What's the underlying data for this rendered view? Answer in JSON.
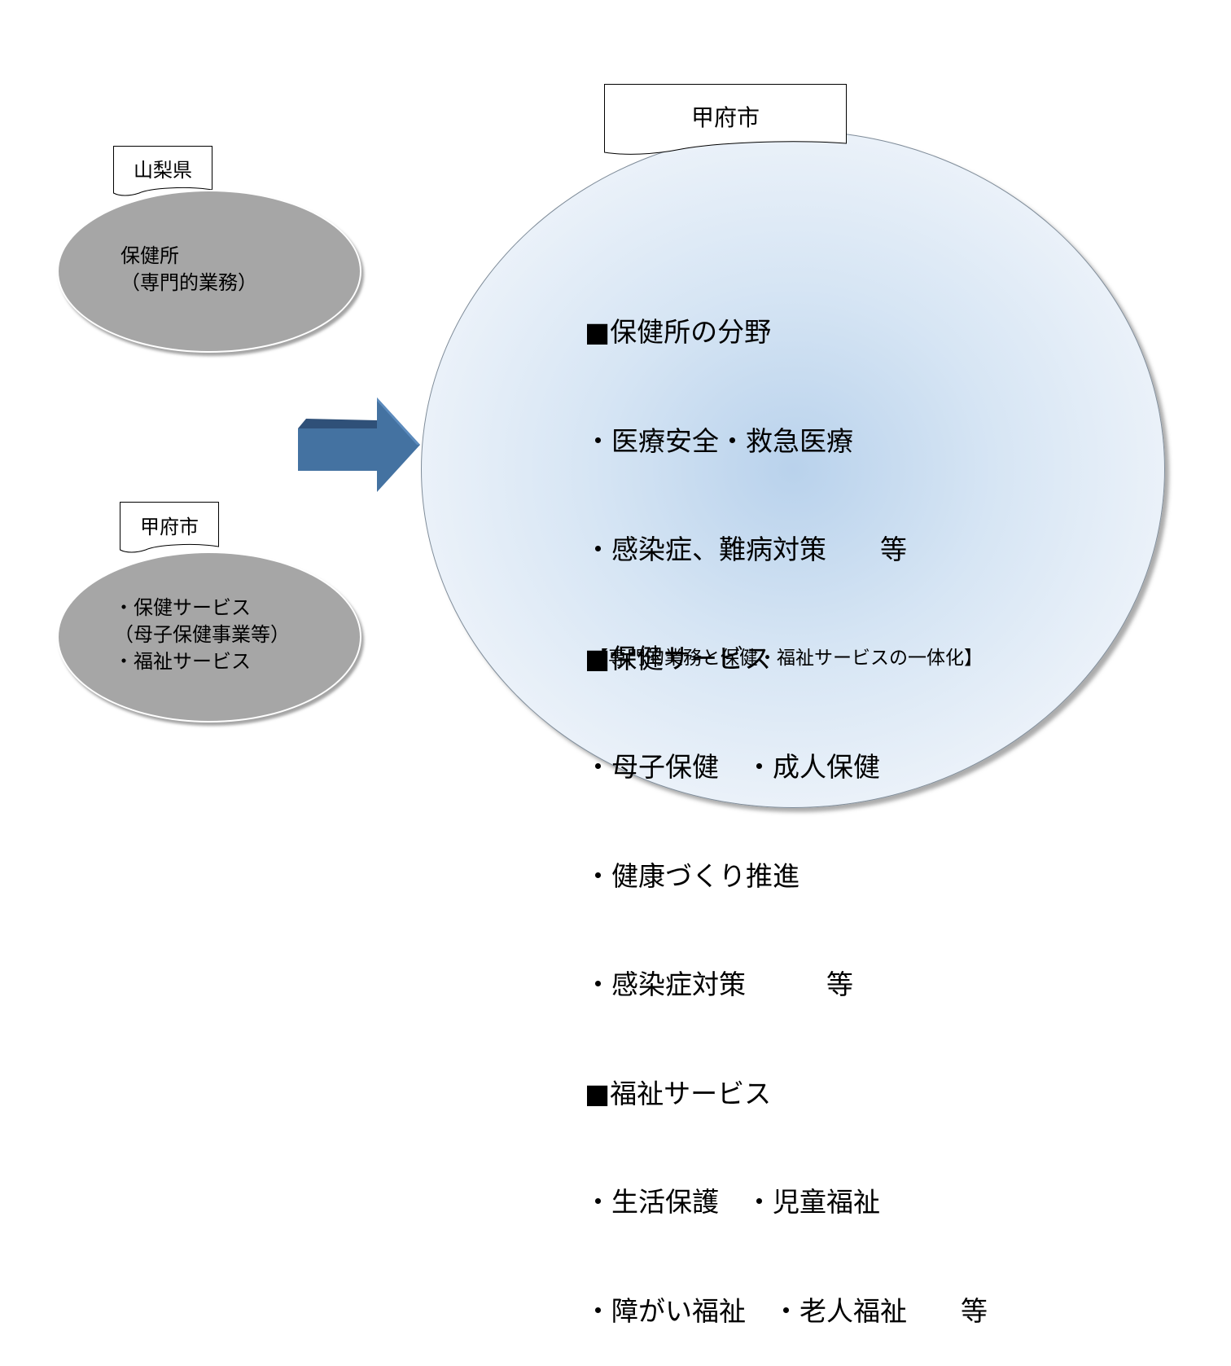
{
  "colors": {
    "gray_ellipse": "#a6a6a6",
    "circle_center": "#b9d2ec",
    "circle_edge": "#f6f9fd",
    "arrow": "#4472a1"
  },
  "left_top": {
    "label": "山梨県",
    "lines": [
      "保健所",
      "（専門的業務）"
    ]
  },
  "left_bottom": {
    "label": "甲府市",
    "lines": [
      "・保健サービス",
      "（母子保健事業等）",
      "・福祉サービス"
    ]
  },
  "arrow_icon": "right-arrow-icon",
  "right": {
    "label": "甲府市",
    "lines": [
      "■保健所の分野",
      "・医療安全・救急医療",
      "・感染症、難病対策　　等",
      "■保健サービス",
      "・母子保健　・成人保健",
      "・健康づくり推進",
      "・感染症対策　　　等",
      "■福祉サービス",
      "・生活保護　・児童福祉",
      "・障がい福祉　・老人福祉　　等"
    ],
    "footer": "【専門的業務と保健・福祉サービスの一体化】"
  }
}
